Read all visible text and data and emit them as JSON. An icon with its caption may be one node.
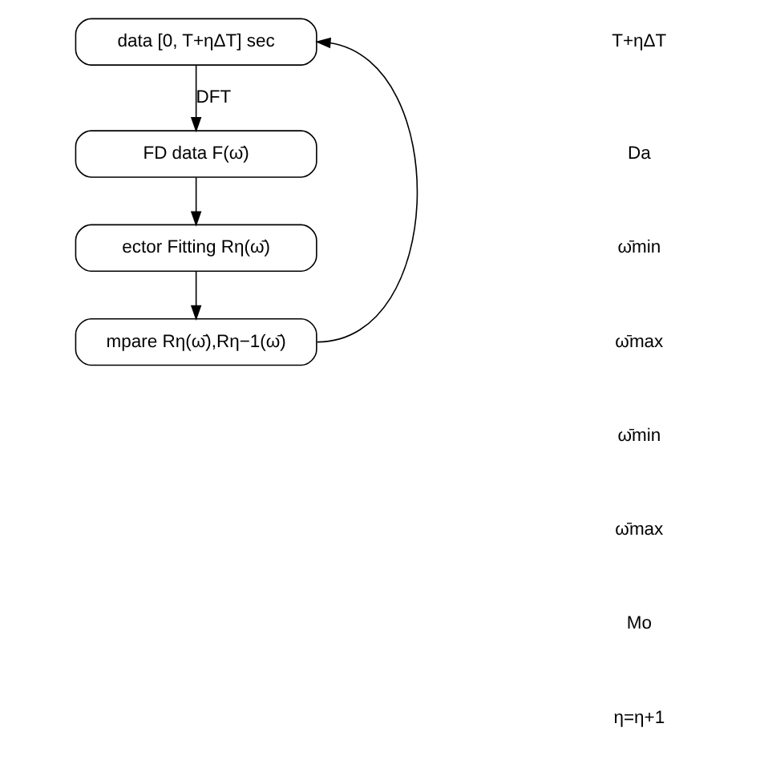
{
  "diagram": {
    "nodes": [
      {
        "text": [
          "data [0, T+ηΔT] sec"
        ]
      },
      {
        "text": [
          "FD data F(ω̄)"
        ]
      },
      {
        "text": [
          "ector Fitting Rη(ω̄)"
        ]
      },
      {
        "text": [
          "mpare Rη(ω̄),Rη−1(ω̄)"
        ]
      }
    ],
    "edges": [
      {
        "from": 0,
        "to": 1,
        "arrow": "to",
        "label": "DFT"
      },
      {
        "from": 1,
        "to": 2,
        "arrow": "to"
      },
      {
        "from": 2,
        "to": 3,
        "arrow": "to"
      },
      {
        "from": 3,
        "to": 0,
        "arrow": "to"
      }
    ],
    "labels": [
      "T+ηΔT",
      "Da",
      "ω̄min",
      "ω̄max",
      "ω̄min",
      "ω̄max",
      "Mo",
      "η=η+1"
    ]
  }
}
